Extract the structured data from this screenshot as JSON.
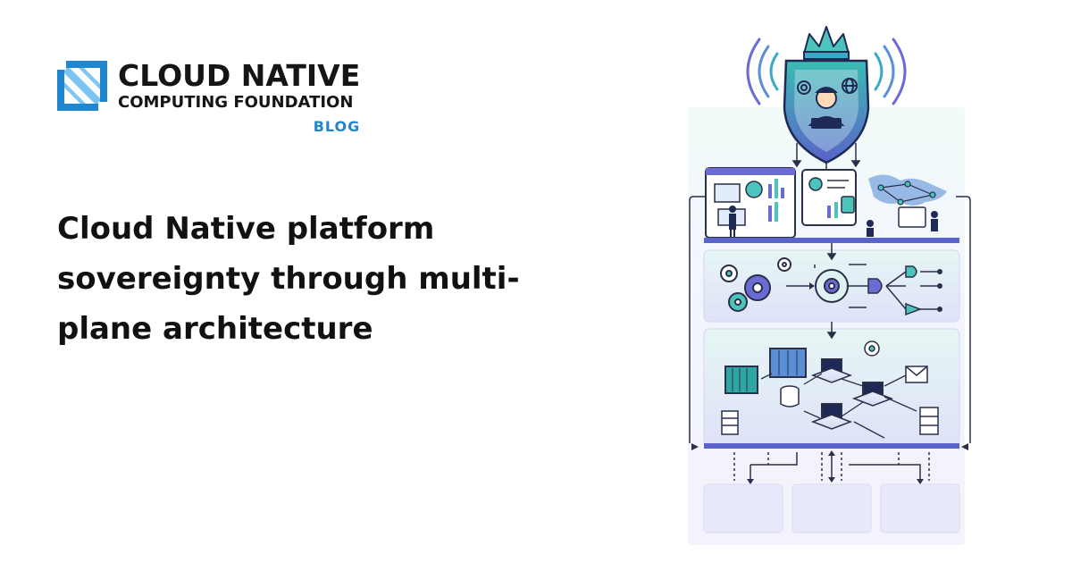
{
  "brand": {
    "line1": "CLOUD NATIVE",
    "line2": "COMPUTING FOUNDATION",
    "blog": "BLOG",
    "colors": {
      "primary": "#1f86cf",
      "light": "#7cc5f2"
    }
  },
  "headline": "Cloud Native platform sovereignty through multi-plane architecture",
  "illustration": {
    "icons": [
      "crown-icon",
      "shield-icon",
      "developer-icon",
      "gear-icon",
      "globe-icon",
      "dashboard-icon",
      "world-map-icon",
      "container-icon",
      "database-icon",
      "server-icon",
      "mail-icon"
    ],
    "colors": {
      "navy": "#1e2a55",
      "teal": "#2ca7a4",
      "violet": "#6b6bd4",
      "panel": "#e9ecfb",
      "line": "#2b2f4a"
    }
  }
}
